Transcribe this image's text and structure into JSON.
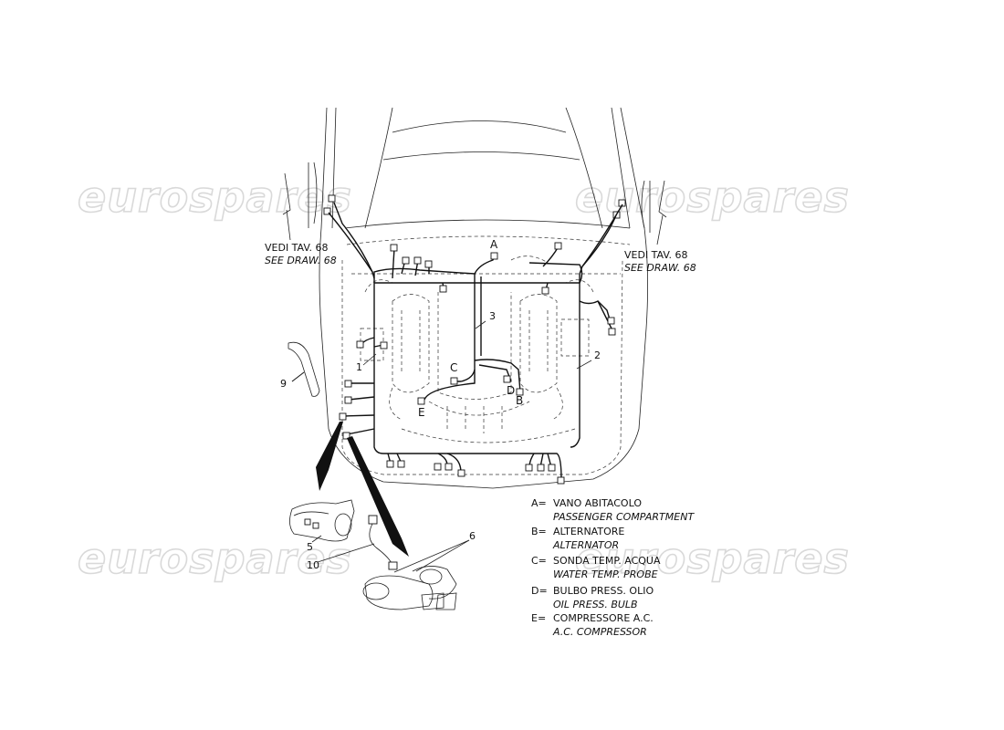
{
  "watermark": "eurospares",
  "callouts": {
    "see_left_it": "VEDI TAV. 68",
    "see_left_en": "SEE DRAW. 68",
    "see_right_it": "VEDI TAV. 68",
    "see_right_en": "SEE DRAW. 68"
  },
  "part_numbers": [
    "1",
    "2",
    "3",
    "5",
    "6",
    "9",
    "10"
  ],
  "point_letters": [
    "A",
    "B",
    "C",
    "D",
    "E"
  ],
  "legend": [
    {
      "key": "A=",
      "it": "VANO ABITACOLO",
      "en": "PASSENGER COMPARTMENT"
    },
    {
      "key": "B=",
      "it": "ALTERNATORE",
      "en": "ALTERNATOR"
    },
    {
      "key": "C=",
      "it": "SONDA TEMP. ACQUA",
      "en": "WATER TEMP. PROBE"
    },
    {
      "key": "D=",
      "it": "BULBO PRESS. OLIO",
      "en": "OIL PRESS. BULB"
    },
    {
      "key": "E=",
      "it": "COMPRESSORE A.C.",
      "en": "A.C. COMPRESSOR"
    }
  ]
}
